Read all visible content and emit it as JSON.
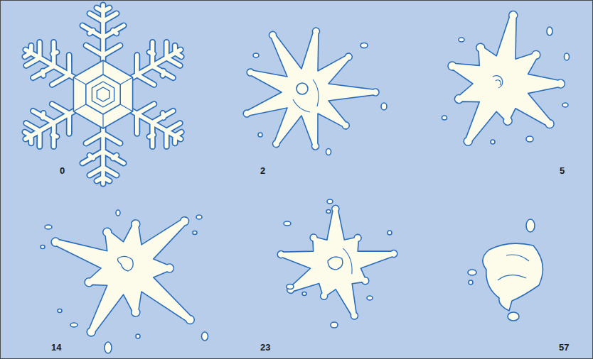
{
  "diagram": {
    "labels": [
      "0",
      "2",
      "5",
      "14",
      "23",
      "57"
    ]
  }
}
